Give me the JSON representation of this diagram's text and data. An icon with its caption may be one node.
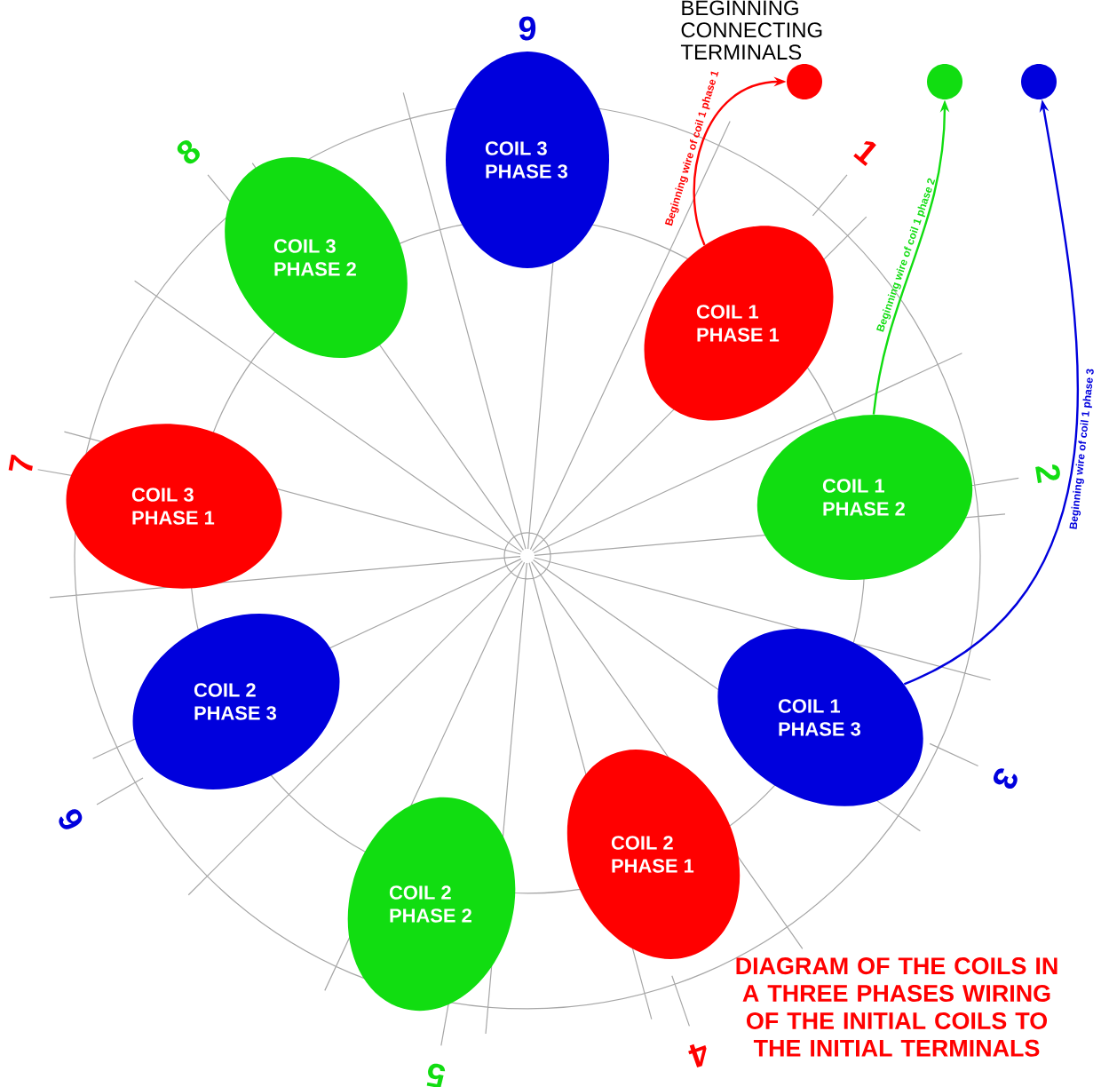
{
  "diagram": {
    "caption": "DIAGRAM OF THE COILS IN A THREE PHASES WIRING OF THE INITIAL COILS TO THE INITIAL TERMINALS",
    "nodes": [
      {
        "text": [
          "COIL 1 PHASE 1"
        ]
      },
      {
        "text": [
          "COIL 1 PHASE 2"
        ]
      },
      {
        "text": [
          "COIL 1 PHASE 3"
        ]
      },
      {
        "text": [
          "COIL 2 PHASE 1"
        ]
      },
      {
        "text": [
          "COIL 2 PHASE 2"
        ]
      },
      {
        "text": [
          "COIL 2 PHASE 3"
        ]
      },
      {
        "text": [
          "COIL 3 PHASE 1"
        ]
      },
      {
        "text": [
          "COIL 3 PHASE 2"
        ]
      },
      {
        "text": [
          "COIL 3 PHASE 3"
        ]
      },
      {
        "text": [],
        "shape": "circle"
      },
      {
        "text": [],
        "shape": "circle"
      },
      {
        "text": [],
        "shape": "circle"
      }
    ],
    "edges": [
      {
        "from": 0,
        "to": 9,
        "arrow": "to",
        "label": "Beginning wire of coil 1 phase 1",
        "color": "#ff0000"
      },
      {
        "from": 1,
        "to": 10,
        "arrow": "to",
        "label": "Beginning wire of coil 1 phase 2",
        "color": "#11dd11"
      },
      {
        "from": 2,
        "to": 11,
        "arrow": "to",
        "label": "Beginning wire of coil 1 phase 3",
        "color": "#0000dd"
      }
    ],
    "labels": [
      "BEGINNING CONNECTING TERMINALS",
      "1",
      "2",
      "3",
      "4",
      "5",
      "6",
      "7",
      "8",
      "9"
    ]
  }
}
